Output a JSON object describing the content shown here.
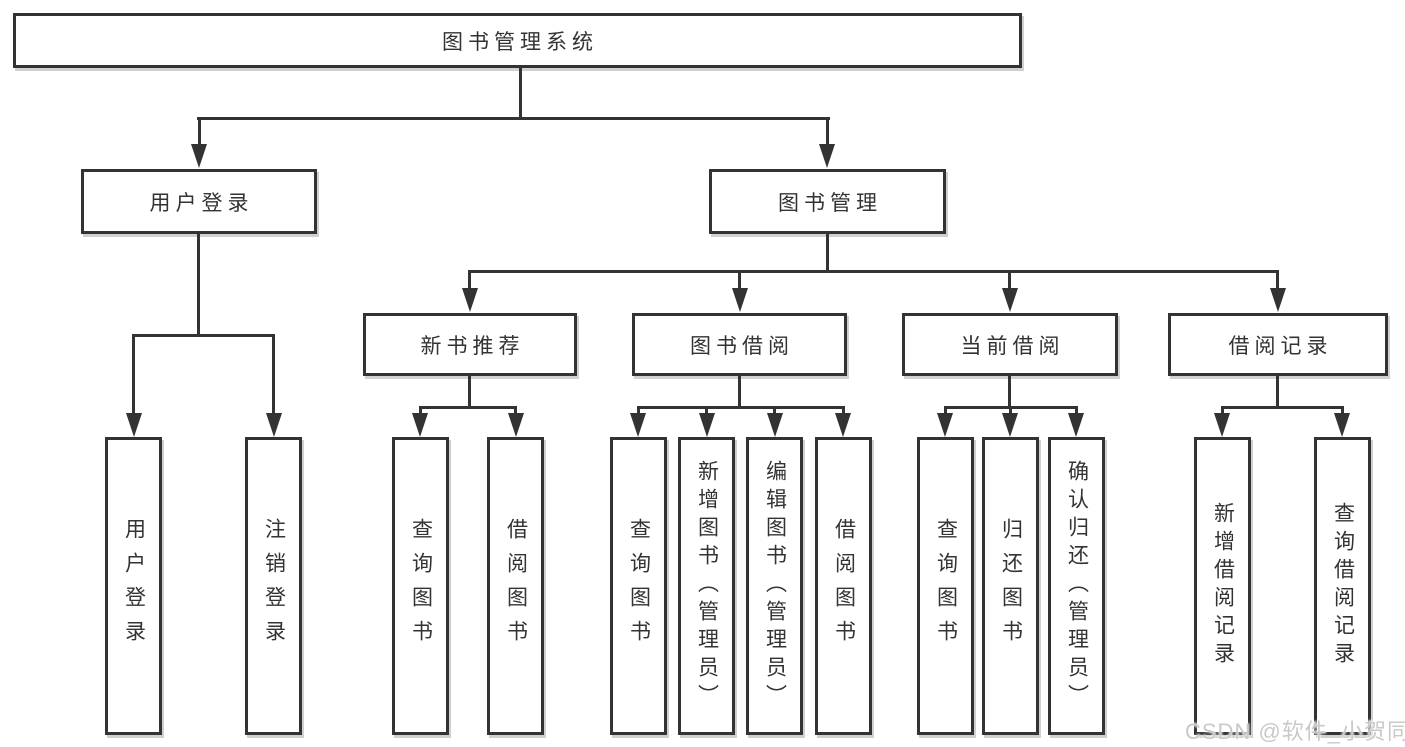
{
  "title": "图书管理系统",
  "tree": {
    "root": {
      "label": "图书管理系统"
    },
    "branches": [
      {
        "label": "用户登录",
        "children": [
          {
            "label": "用户登录"
          },
          {
            "label": "注销登录"
          }
        ]
      },
      {
        "label": "图书管理",
        "children": [
          {
            "label": "新书推荐",
            "children": [
              {
                "label": "查询图书"
              },
              {
                "label": "借阅图书"
              }
            ]
          },
          {
            "label": "图书借阅",
            "children": [
              {
                "label": "查询图书"
              },
              {
                "label": "新增图书（管理员）"
              },
              {
                "label": "编辑图书（管理员）"
              },
              {
                "label": "借阅图书"
              }
            ]
          },
          {
            "label": "当前借阅",
            "children": [
              {
                "label": "查询图书"
              },
              {
                "label": "归还图书"
              },
              {
                "label": "确认归还（管理员）"
              }
            ]
          },
          {
            "label": "借阅记录",
            "children": [
              {
                "label": "新增借阅记录"
              },
              {
                "label": "查询借阅记录"
              }
            ]
          }
        ]
      }
    ]
  },
  "watermark": {
    "text": "CSDN @软件_小贺同学"
  },
  "colors": {
    "line": "#333333",
    "text": "#333333",
    "watermark": "#c9c9c9",
    "background": "#ffffff"
  }
}
